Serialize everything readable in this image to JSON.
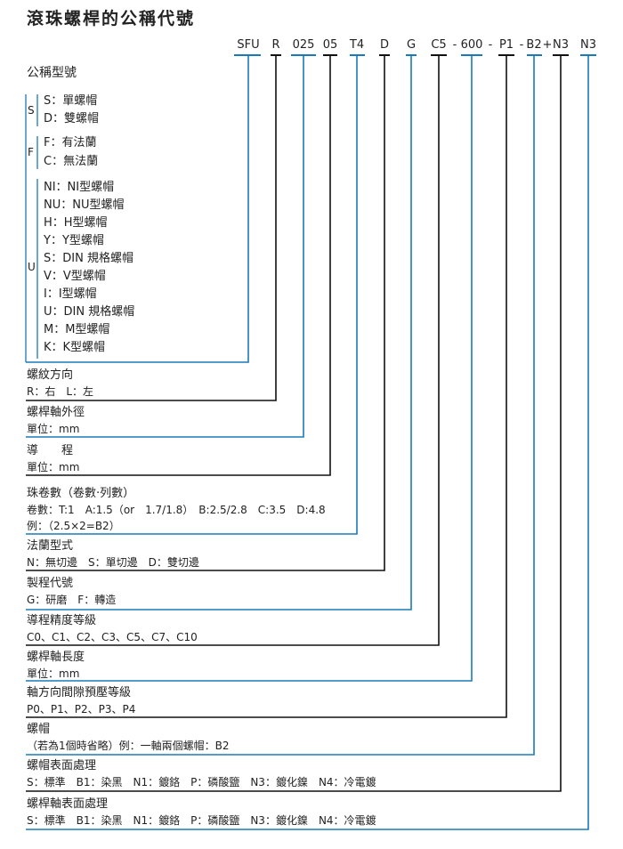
{
  "title": "滾珠螺桿的公稱代號",
  "code_parts": [
    "SFU",
    "R",
    "025",
    "05",
    "T4",
    "D",
    "G",
    "C5",
    "600",
    "P1",
    "B2",
    "N3",
    "N3"
  ],
  "code_separators": [
    "-",
    "-",
    "-",
    "+"
  ],
  "colors": {
    "blue": "#1a7ab8",
    "black": "#111111"
  },
  "groups": {
    "header": "公稱型號",
    "s": {
      "letter": "S",
      "items": [
        "S：單螺帽",
        "D：雙螺帽"
      ]
    },
    "f": {
      "letter": "F",
      "items": [
        "F：有法蘭",
        "C：無法蘭"
      ]
    },
    "u": {
      "letter": "U",
      "items": [
        "NI：NI型螺帽",
        "NU：NU型螺帽",
        "H：H型螺帽",
        "Y：Y型螺帽",
        "S：DIN 規格螺帽",
        "V：V型螺帽",
        "I：I型螺帽",
        "U：DIN 規格螺帽",
        "M：M型螺帽",
        "K：K型螺帽"
      ]
    }
  },
  "sections": [
    {
      "lines": [
        "螺紋方向",
        "R：右　L：左"
      ]
    },
    {
      "lines": [
        "螺桿軸外徑",
        "單位：mm"
      ]
    },
    {
      "lines": [
        "導　　程",
        "單位：mm"
      ]
    },
    {
      "lines": [
        "珠卷數（卷數‧列數）",
        "卷數：T:1　A:1.5（or　1.7/1.8）　B:2.5/2.8　C:3.5　D:4.8",
        "例：（2.5×2=B2）"
      ]
    },
    {
      "lines": [
        "法蘭型式",
        "N：無切邊　S：單切邊　D：雙切邊"
      ]
    },
    {
      "lines": [
        "製程代號",
        "G：研磨　F：轉造"
      ]
    },
    {
      "lines": [
        "導程精度等級",
        "C0、C1、C2、C3、C5、C7、C10"
      ]
    },
    {
      "lines": [
        "螺桿軸長度",
        "單位：mm"
      ]
    },
    {
      "lines": [
        "軸方向間隙預壓等級",
        "P0、P1、P2、P3、P4"
      ]
    },
    {
      "lines": [
        "螺帽",
        "（若為1個時省略）例：一軸兩個螺帽：B2"
      ]
    },
    {
      "lines": [
        "螺帽表面處理",
        "S：標準　B1：染黑　N1：鍍鉻　P：磷酸鹽　N3：鍍化鎳　N4：冷電鍍"
      ]
    },
    {
      "lines": [
        "螺桿軸表面處理",
        "S：標準　B1：染黑　N1：鍍鉻　P：磷酸鹽　N3：鍍化鎳　N4：冷電鍍"
      ]
    }
  ]
}
